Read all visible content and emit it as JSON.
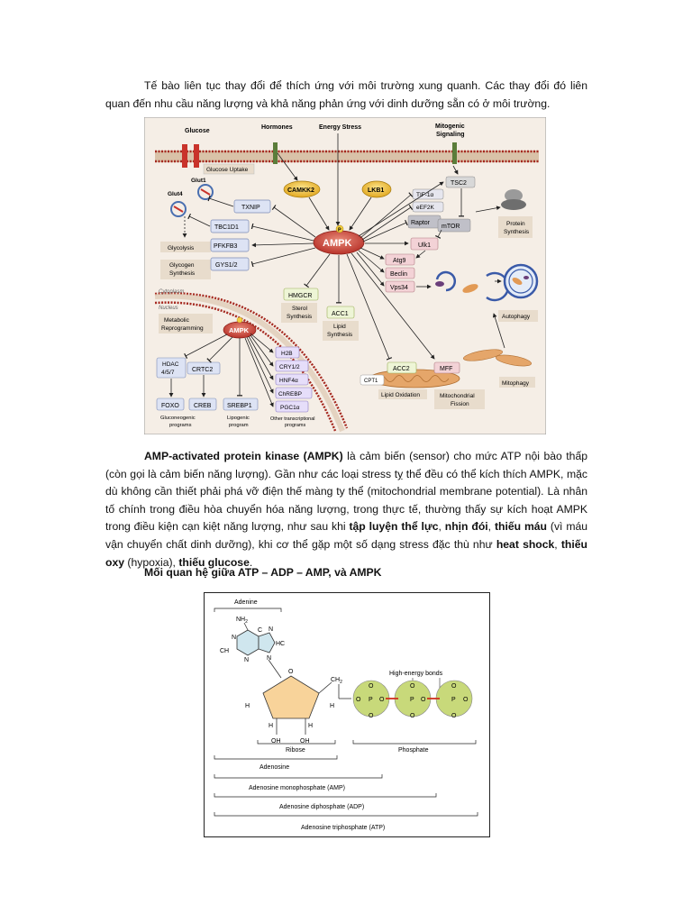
{
  "paragraph1": "Tế bào liên tục thay đổi để thích ứng với môi trường xung quanh. Các thay đổi đó liên quan đến nhu cầu năng lượng và khả năng phản ứng với dinh dưỡng sẵn có ở môi trường.",
  "paragraph2": {
    "b1": "AMP-activated protein kinase (AMPK)",
    "t1": " là cảm biến (sensor) cho mức ATP nội bào thấp (còn gọi là cảm biến năng lượng). Gần như các loại stress tỵ thể đều có thể kích thích AMPK, mặc dù không cần thiết phải phá vỡ điện thế màng ty thể (mitochondrial membrane potential). Là nhân tố chính trong điều hòa chuyển hóa năng lượng, trong thực tế, thường thấy sự kích hoạt AMPK trong điều kiện cạn kiệt năng lượng, như sau khi ",
    "b2": "tập luyện thể lực",
    "t2": ", ",
    "b3": "nhịn đói",
    "t3": ", ",
    "b4": "thiếu máu",
    "t4": " (vì máu vận chuyển chất dinh dưỡng), khi cơ thể gặp một số dạng stress đặc thù như ",
    "b5": "heat shock",
    "t5": ", ",
    "b6": "thiếu oxy",
    "t6": " (hypoxia), ",
    "b7": "thiếu glucose",
    "t7": "."
  },
  "heading": "Mối quan hệ giữa ATP – ADP – AMP, và AMPK",
  "figure1": {
    "top_labels": {
      "glucose": "Glucose",
      "hormones": "Hormones",
      "energy_stress": "Energy Stress",
      "mitogenic": "Mitogenic",
      "signaling": "Signaling"
    },
    "glucose_uptake": "Glucose Uptake",
    "glut1": "Glut1",
    "glut4": "Glut4",
    "camkk2": "CAMKK2",
    "lkb1": "LKB1",
    "ampk": "AMPK",
    "p": "P",
    "tsc2": "TSC2",
    "tif1a": "TIF-1α",
    "eef2k": "eEF2K",
    "raptor": "Raptor",
    "mtor": "mTOR",
    "protein_synthesis_1": "Protein",
    "protein_synthesis_2": "Synthesis",
    "txnip": "TXNIP",
    "tbc1d1": "TBC1D1",
    "pfkfb3": "PFKFB3",
    "gys12": "GYS1/2",
    "glycolysis": "Glycolysis",
    "glycogen_1": "Glycogen",
    "glycogen_2": "Synthesis",
    "ulk1": "Ulk1",
    "atg9": "Atg9",
    "beclin": "Beclin",
    "vps34": "Vps34",
    "autophagy": "Autophagy",
    "cytoplasm": "Cytoplasm",
    "nucleus": "Nucleus",
    "metabolic_1": "Metabolic",
    "metabolic_2": "Reprogramming",
    "hmgcr": "HMGCR",
    "sterol_1": "Sterol",
    "sterol_2": "Synthesis",
    "acc1": "ACC1",
    "lipid_1": "Lipid",
    "lipid_2": "Synthesis",
    "nuc_ampk": "AMPK",
    "hdac_1": "HDAC",
    "hdac_2": "4/5/7",
    "crtc2": "CRTC2",
    "foxo": "FOXO",
    "creb": "CREB",
    "srebp1": "SREBP1",
    "h2b": "H2B",
    "cry12": "CRY1/2",
    "hnf4a": "HNF4α",
    "chrebp": "ChREBP",
    "pgc1a": "PGC1α",
    "gluconeo_1": "Gluconeogenic",
    "gluconeo_2": "programs",
    "lipogenic_1": "Lipogenic",
    "lipogenic_2": "program",
    "other_1": "Other transcriptional",
    "other_2": "programs",
    "acc2": "ACC2",
    "cpt1": "CPT1",
    "mff": "MFF",
    "lipid_ox": "Lipid Oxidation",
    "mito_fission_1": "Mitochondrial",
    "mito_fission_2": "Fission",
    "mitophagy": "Mitophagy"
  },
  "figure2": {
    "adenine": "Adenine",
    "nh2": "NH",
    "nh2_sub": "2",
    "hc": "HC",
    "ch": "CH",
    "n": "N",
    "c": "C",
    "ch2": "CH",
    "ch2_sub": "2",
    "o": "O",
    "h": "H",
    "oh": "OH",
    "p": "P",
    "o_minus": "O",
    "high_energy": "High-energy bonds",
    "ribose": "Ribose",
    "phosphate": "Phosphate",
    "adenosine": "Adenosine",
    "amp": "Adenosine monophosphate (AMP)",
    "adp": "Adenosine diphosphate (ADP)",
    "atp": "Adenosine triphosphate (ATP)"
  }
}
